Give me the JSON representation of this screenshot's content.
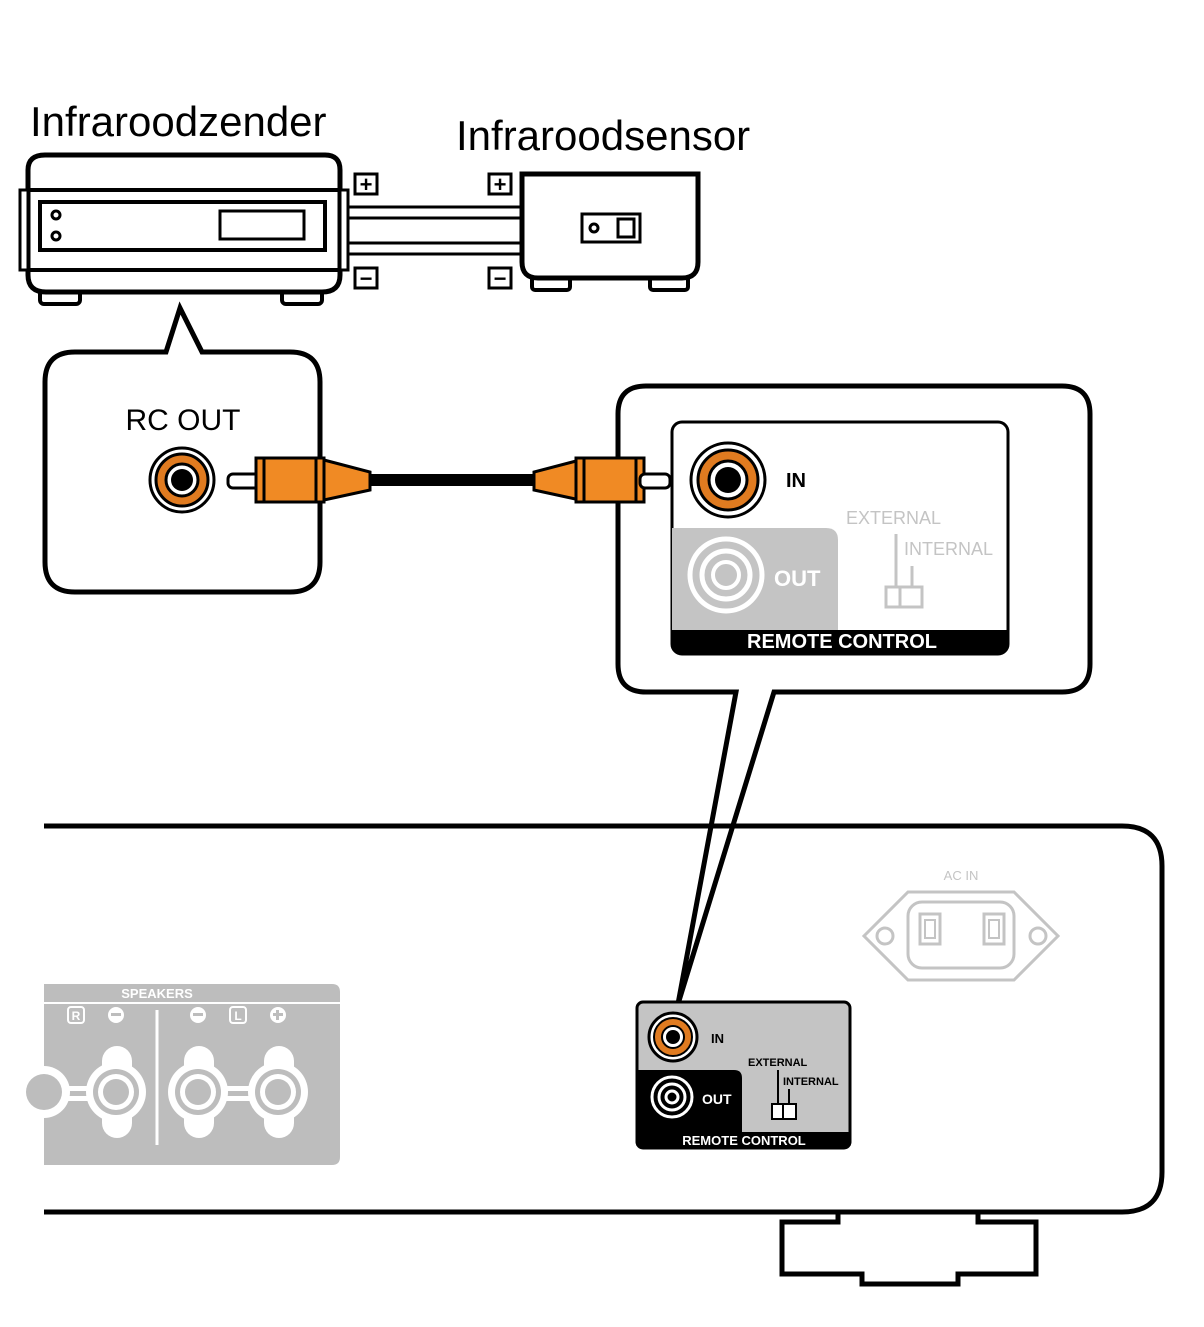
{
  "labels": {
    "ir_emitter": "Infraroodzender",
    "ir_sensor": "Infraroodsensor",
    "rc_out": "RC OUT",
    "plus_symbol": "+",
    "minus_symbol": "−"
  },
  "remote_panel": {
    "in_label": "IN",
    "out_label": "OUT",
    "external_label": "EXTERNAL",
    "internal_label": "INTERNAL",
    "title": "REMOTE CONTROL"
  },
  "rear_panel": {
    "ac_in_label": "AC IN",
    "speakers_label": "SPEAKERS",
    "right_channel": "R",
    "left_channel": "L"
  },
  "colors": {
    "cable_plug": "#f08a24",
    "jack_ring": "#e07b20",
    "inactive_grey": "#c4c4c4",
    "panel_grey": "#bdbdbd",
    "outline": "#000000"
  }
}
